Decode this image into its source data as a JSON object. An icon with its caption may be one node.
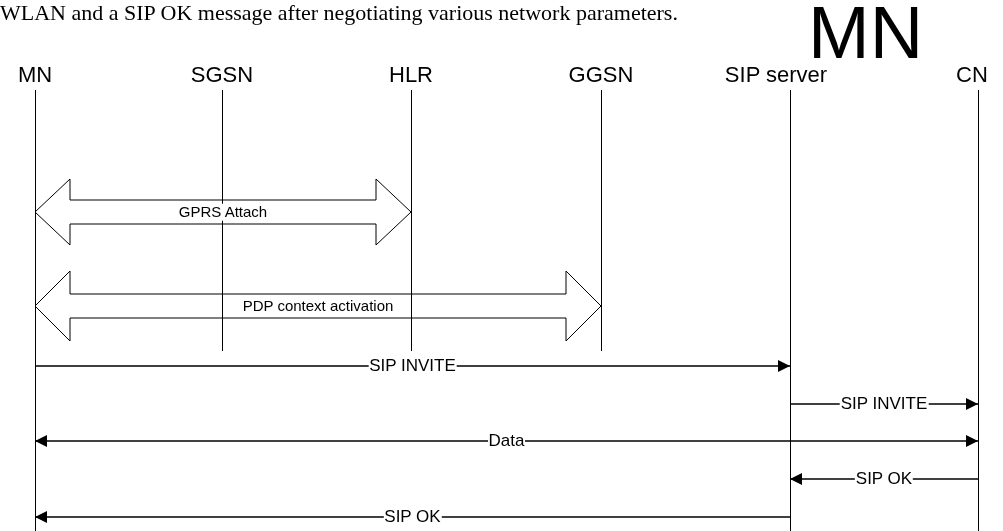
{
  "diagram": {
    "nodes": [
      {
        "text": [
          "MN"
        ]
      },
      {
        "text": [
          "SGSN"
        ]
      },
      {
        "text": [
          "HLR"
        ]
      },
      {
        "text": [
          "GGSN"
        ]
      },
      {
        "text": [
          "SIP server"
        ]
      },
      {
        "text": [
          "CN"
        ]
      }
    ],
    "edges": [
      {
        "from": 0,
        "to": 2,
        "arrow": "both",
        "label": "GPRS Attach",
        "style": "thick"
      },
      {
        "from": 0,
        "to": 3,
        "arrow": "both",
        "label": "PDP context activation",
        "style": "thick"
      },
      {
        "from": 0,
        "to": 4,
        "arrow": "to",
        "label": "SIP INVITE"
      },
      {
        "from": 4,
        "to": 5,
        "arrow": "to",
        "label": "SIP INVITE"
      },
      {
        "from": 0,
        "to": 5,
        "arrow": "both",
        "label": "Data"
      },
      {
        "from": 5,
        "to": 4,
        "arrow": "to",
        "label": "SIP OK"
      },
      {
        "from": 4,
        "to": 0,
        "arrow": "to",
        "label": "SIP OK"
      }
    ],
    "labels": [
      "WLAN and a SIP OK message after negotiating various network parameters.",
      "MN"
    ]
  }
}
